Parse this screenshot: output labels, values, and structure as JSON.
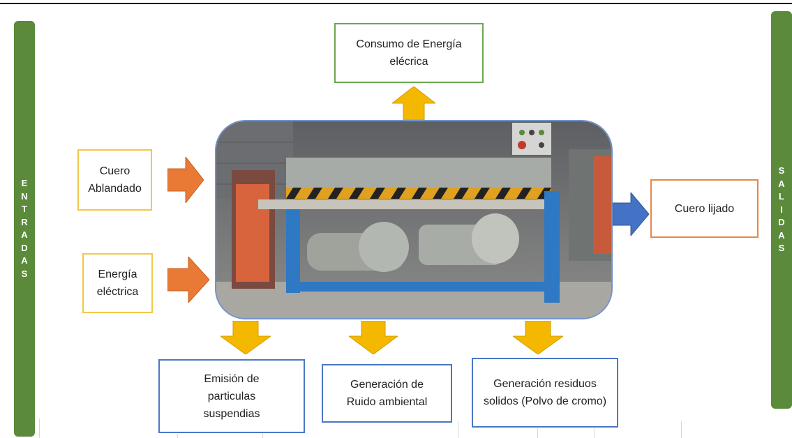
{
  "sidebars": {
    "left": {
      "letters": [
        "E",
        "N",
        "T",
        "R",
        "A",
        "D",
        "A",
        "S"
      ]
    },
    "right": {
      "letters": [
        "S",
        "A",
        "L",
        "I",
        "D",
        "A",
        "S"
      ]
    }
  },
  "inputs": [
    {
      "text": "Cuero Ablandado"
    },
    {
      "text": "Energía eléctrica"
    }
  ],
  "top_output": {
    "text": "Consumo de Energía elécrica"
  },
  "right_output": {
    "text": "Cuero lijado"
  },
  "bottom_outputs": [
    {
      "text": "Emisión de particulas suspendias"
    },
    {
      "text": "Generación de Ruido ambiental"
    },
    {
      "text": "Generación residuos solidos (Polvo de cromo)"
    }
  ],
  "colors": {
    "sidebar": "#5a8a3a",
    "input_border": "#f3c84a",
    "input_arrow": "#e87a35",
    "top_border": "#6aa84f",
    "right_border": "#e8874a",
    "right_arrow": "#4472c4",
    "bottom_border": "#4a78c4",
    "output_arrow": "#f5b800"
  }
}
